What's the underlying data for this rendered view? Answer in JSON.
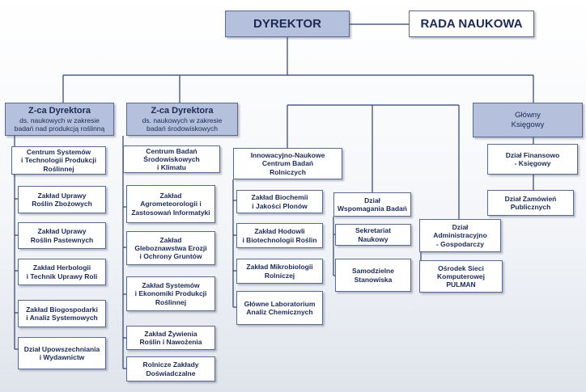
{
  "director": "DYREKTOR",
  "council": "RADA NAUKOWA",
  "deputy1": {
    "title": "Z-ca Dyrektora",
    "line1": "ds. naukowych w zakresie",
    "line2": "badań nad produkcją roślinną"
  },
  "deputy2": {
    "title": "Z-ca Dyrektora",
    "line1": "ds. naukowych w zakresie",
    "line2": "badań środowiskowych"
  },
  "accountant": {
    "line1": "Główny",
    "line2": "Księgowy"
  },
  "col1": [
    [
      "Centrum Systemów",
      "i Technologii Produkcji",
      "Roślinnej"
    ],
    [
      "Zakład Uprawy",
      "Roślin Zbożowych"
    ],
    [
      "Zakład Uprawy",
      "Roślin Pastewnych"
    ],
    [
      "Zakład Herbologii",
      "i Technik Uprawy Roli"
    ],
    [
      "Zakład Biogospodarki",
      "i Analiz  Systemowych"
    ],
    [
      "Dział Upowszechniania",
      "i Wydawnictw"
    ]
  ],
  "col2": [
    [
      "Centrum Badań",
      "Środowiskowych",
      "i Klimatu"
    ],
    [
      "Zakład",
      "Agrometeorologii i",
      "Zastosowań Informatyki"
    ],
    [
      "Zakład",
      "Gleboznawstwa Erozji",
      "i Ochrony Gruntów"
    ],
    [
      "Zakład Systemów",
      "i Ekonomiki Produkcji",
      "Roślinnej"
    ],
    [
      "Zakład Żywienia",
      "Roślin i Nawożenia"
    ],
    [
      "Rolnicze Zakłady",
      "Doświadczalne"
    ]
  ],
  "col3": [
    [
      "Innowacyjno-Naukowe",
      "Centrum  Badań",
      "Rolniczych"
    ],
    [
      "Zakład Biochemii",
      "i Jakości Plonów"
    ],
    [
      "Zakład Hodowli",
      "i Biotechnologii Roślin"
    ],
    [
      "Zakład Mikrobiologii",
      "Rolniczej"
    ],
    [
      "Główne Laboratorium",
      "Analiz Chemicznych"
    ]
  ],
  "col4": [
    [
      "Dział",
      "Wspomagania Badań"
    ],
    [
      "Sekretariat",
      "Naukowy"
    ],
    [
      "Samodzielne",
      "Stanowiska"
    ]
  ],
  "col5": [
    [
      "Dział",
      "Administracyjno",
      "- Gospodarczy"
    ],
    [
      "Ośrodek Sieci",
      "Komputerowej",
      "PULMAN"
    ]
  ],
  "col6": [
    [
      "Dział Finansowo",
      "- Księgowy"
    ],
    [
      "Dział Zamówień",
      "Publicznych"
    ]
  ]
}
